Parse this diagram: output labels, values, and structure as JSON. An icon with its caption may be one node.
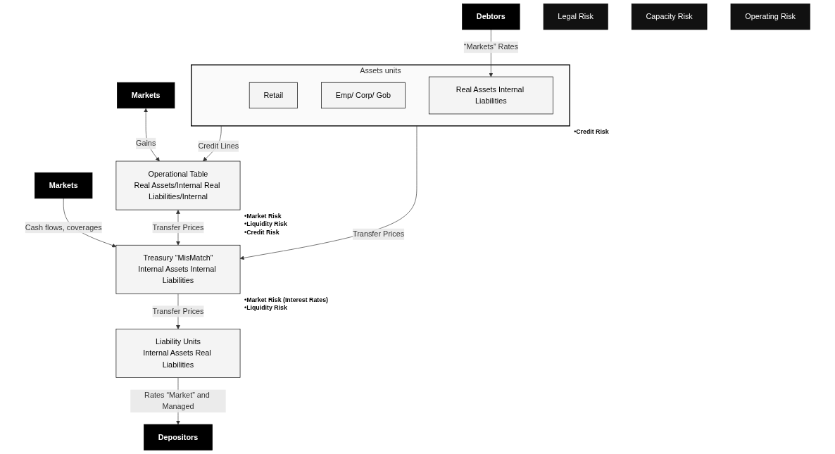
{
  "diagram": {
    "nodes": [
      {
        "text": [
          "Markets"
        ]
      },
      {
        "text": [
          "Markets"
        ]
      },
      {
        "text": [
          "Operational Table",
          "Real Assets/Internal Real Liabilities/Internal"
        ],
        "beside": [
          "•Market Risk",
          "•Liquidity Risk",
          "•Credit Risk"
        ]
      },
      {
        "text": [
          "Treasury “MisMatch”",
          "Internal Assets Internal Liabilities"
        ],
        "beside": [
          "•Market Risk (Interest Rates)",
          "•Liquidity Risk"
        ]
      },
      {
        "text": [
          "Assets units"
        ],
        "beside": [
          "•Credit Risk"
        ]
      },
      {
        "text": [
          "Retail"
        ],
        "in": 4
      },
      {
        "text": [
          "Emp/ Corp/ Gob"
        ],
        "in": 4
      },
      {
        "text": [
          "Real Assets Internal Liabilities"
        ],
        "in": 4
      },
      {
        "text": [
          "Liability Units",
          "Internal Assets Real Liabilities"
        ]
      },
      {
        "text": [
          "Debtors"
        ]
      },
      {
        "text": [
          "Depositors"
        ]
      },
      {
        "text": [
          "Legal Risk"
        ]
      },
      {
        "text": [
          "Capacity Risk"
        ]
      },
      {
        "text": [
          "Operating Risk"
        ]
      }
    ],
    "edges": [
      {
        "from": 0,
        "to": 2,
        "arrow": "both",
        "label": "Gains"
      },
      {
        "from": 1,
        "to": 3,
        "arrow": "to",
        "label": "Cash flows, coverages"
      },
      {
        "from": 2,
        "to": 3,
        "arrow": "both",
        "label": "Transfer Prices"
      },
      {
        "from": 4,
        "to": 3,
        "arrow": "to",
        "label": "Transfer Prices"
      },
      {
        "from": 4,
        "to": 2,
        "arrow": "to",
        "label": "Credit Lines"
      },
      {
        "from": 3,
        "to": 8,
        "arrow": "to",
        "label": "Transfer Prices"
      },
      {
        "from": 9,
        "to": 7,
        "arrow": "to",
        "label": "“Markets” Rates"
      },
      {
        "from": 8,
        "to": 10,
        "arrow": "to",
        "label": "Rates “Market” and Managed"
      }
    ]
  }
}
